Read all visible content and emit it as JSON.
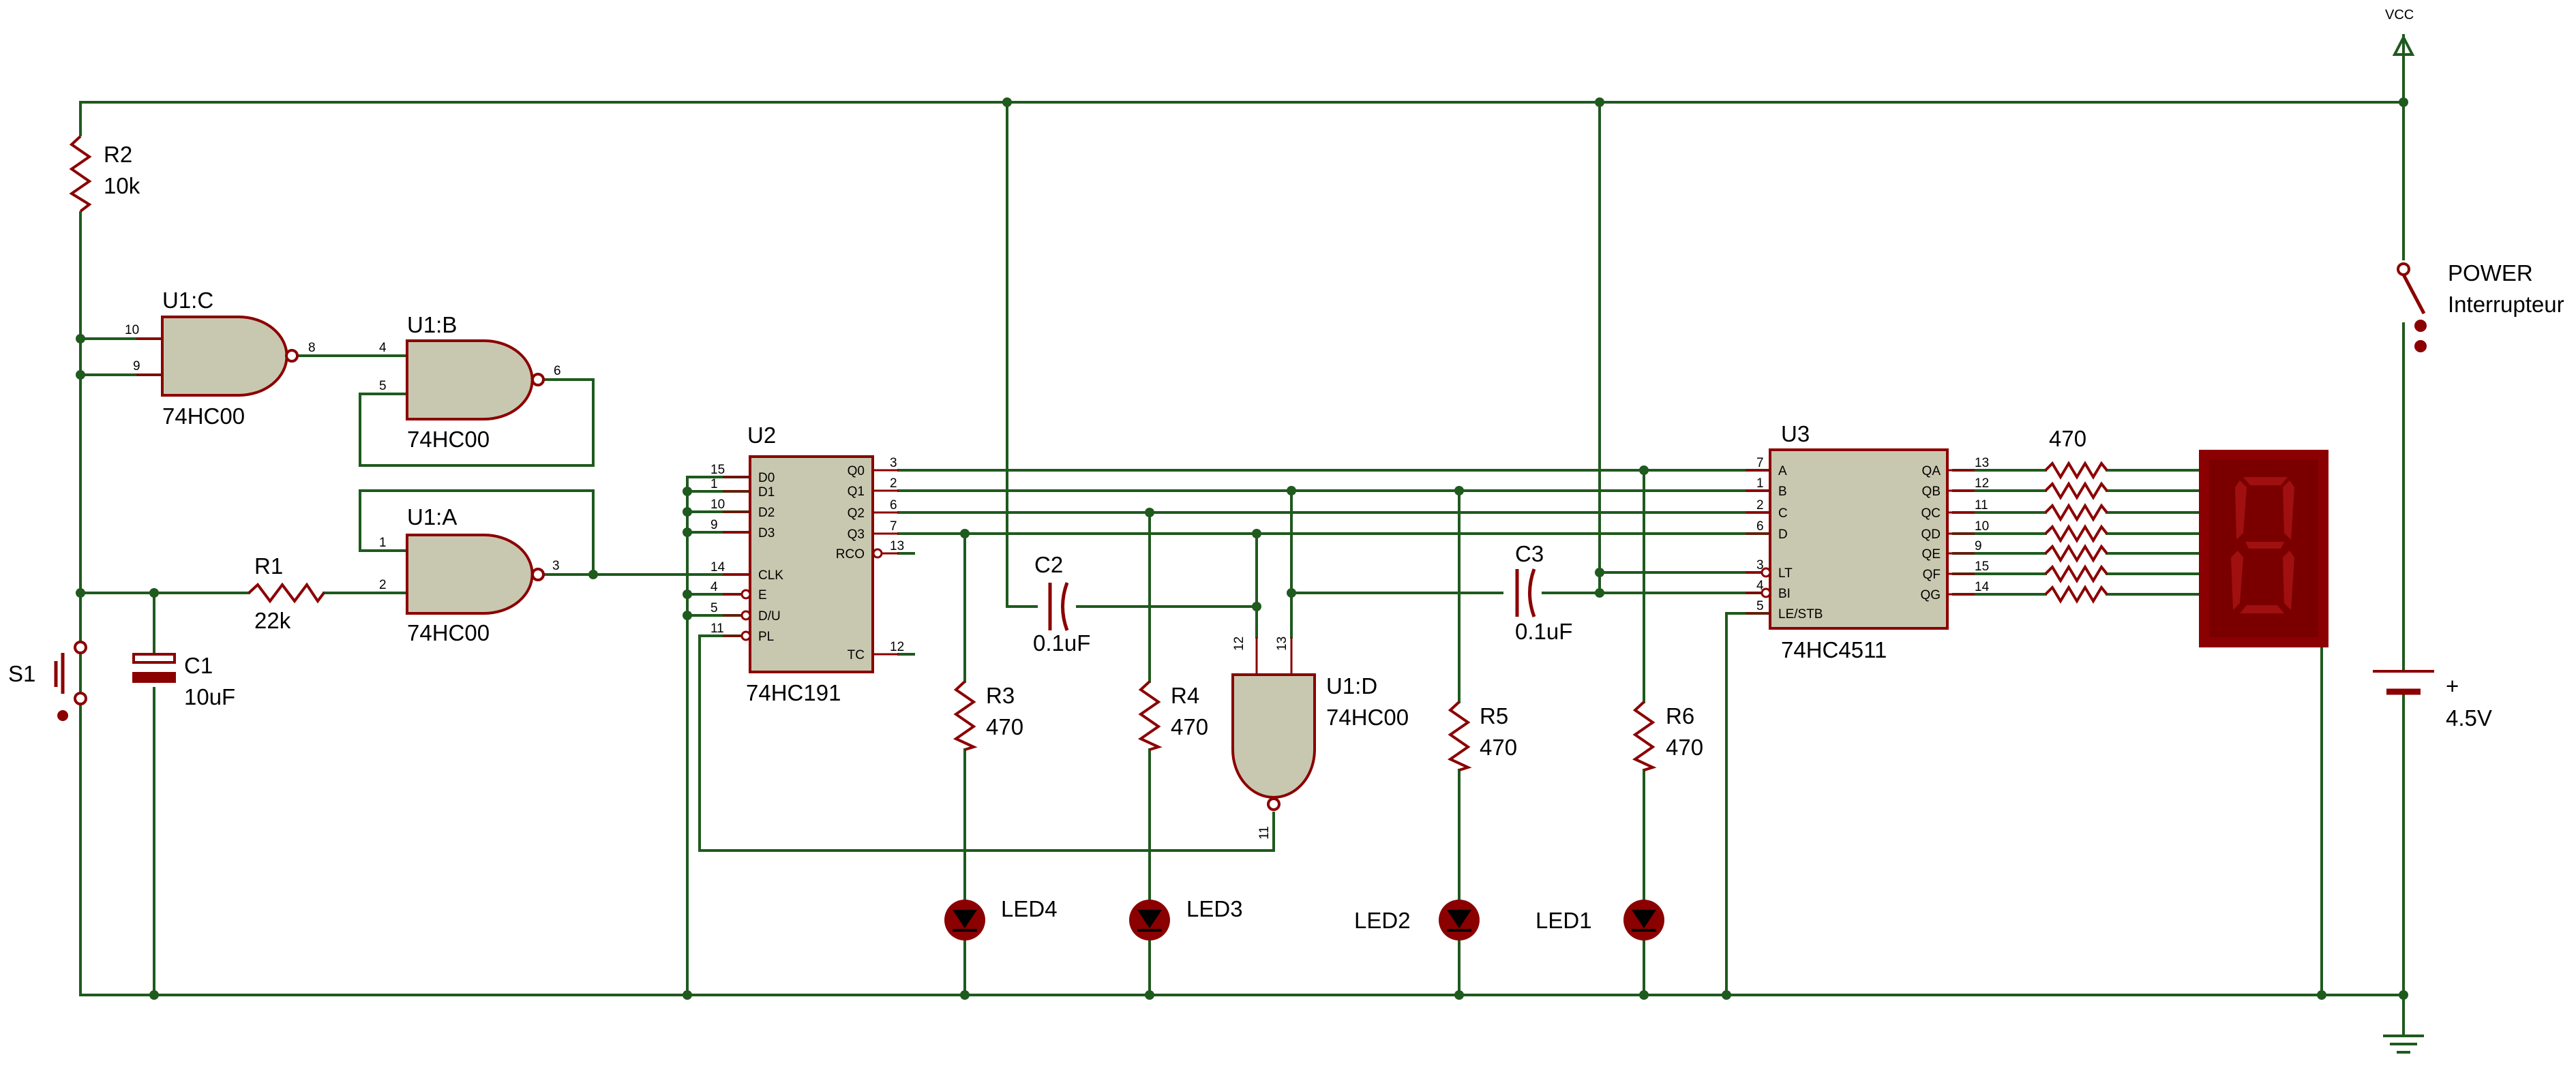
{
  "colors": {
    "wire": "#1f5a1f",
    "component_outline": "#8b0000",
    "ic_fill": "#c8c8b0",
    "junction": "#1f5a1f",
    "display_bg": "#8b0000",
    "segment": "#a01010"
  },
  "power": {
    "vcc_label": "VCC"
  },
  "components": {
    "r2": {
      "ref": "R2",
      "value": "10k"
    },
    "r1": {
      "ref": "R1",
      "value": "22k"
    },
    "c1": {
      "ref": "C1",
      "value": "10uF"
    },
    "s1": {
      "ref": "S1"
    },
    "u1c": {
      "ref": "U1:C",
      "part": "74HC00",
      "pins": [
        "10",
        "9",
        "8"
      ]
    },
    "u1b": {
      "ref": "U1:B",
      "part": "74HC00",
      "pins": [
        "4",
        "5",
        "6"
      ]
    },
    "u1a": {
      "ref": "U1:A",
      "part": "74HC00",
      "pins": [
        "1",
        "2",
        "3"
      ]
    },
    "u1d": {
      "ref": "U1:D",
      "part": "74HC00",
      "pins": [
        "12",
        "13",
        "11"
      ]
    },
    "u2": {
      "ref": "U2",
      "part": "74HC191",
      "left_pins": [
        {
          "name": "D0",
          "num": "15"
        },
        {
          "name": "D1",
          "num": "1"
        },
        {
          "name": "D2",
          "num": "10"
        },
        {
          "name": "D3",
          "num": "9"
        },
        {
          "name": "CLK",
          "num": "14"
        },
        {
          "name": "E",
          "num": "4"
        },
        {
          "name": "D/U",
          "num": "5"
        },
        {
          "name": "PL",
          "num": "11"
        }
      ],
      "right_pins": [
        {
          "name": "Q0",
          "num": "3"
        },
        {
          "name": "Q1",
          "num": "2"
        },
        {
          "name": "Q2",
          "num": "6"
        },
        {
          "name": "Q3",
          "num": "7"
        },
        {
          "name": "RCO",
          "num": "13"
        },
        {
          "name": "TC",
          "num": "12"
        }
      ]
    },
    "u3": {
      "ref": "U3",
      "part": "74HC4511",
      "left_pins": [
        {
          "name": "A",
          "num": "7"
        },
        {
          "name": "B",
          "num": "1"
        },
        {
          "name": "C",
          "num": "2"
        },
        {
          "name": "D",
          "num": "6"
        },
        {
          "name": "LT",
          "num": "3"
        },
        {
          "name": "BI",
          "num": "4"
        },
        {
          "name": "LE/STB",
          "num": "5"
        }
      ],
      "right_pins": [
        {
          "name": "QA",
          "num": "13"
        },
        {
          "name": "QB",
          "num": "12"
        },
        {
          "name": "QC",
          "num": "11"
        },
        {
          "name": "QD",
          "num": "10"
        },
        {
          "name": "QE",
          "num": "9"
        },
        {
          "name": "QF",
          "num": "15"
        },
        {
          "name": "QG",
          "num": "14"
        }
      ]
    },
    "c2": {
      "ref": "C2",
      "value": "0.1uF"
    },
    "c3": {
      "ref": "C3",
      "value": "0.1uF"
    },
    "r3": {
      "ref": "R3",
      "value": "470"
    },
    "r4": {
      "ref": "R4",
      "value": "470"
    },
    "r5": {
      "ref": "R5",
      "value": "470"
    },
    "r6": {
      "ref": "R6",
      "value": "470"
    },
    "led4": {
      "ref": "LED4"
    },
    "led3": {
      "ref": "LED3"
    },
    "led2": {
      "ref": "LED2"
    },
    "led1": {
      "ref": "LED1"
    },
    "rpack": {
      "value": "470"
    },
    "power_switch": {
      "ref": "POWER",
      "value": "Interrupteur"
    },
    "battery": {
      "polarity": "+",
      "value": "4.5V"
    }
  }
}
